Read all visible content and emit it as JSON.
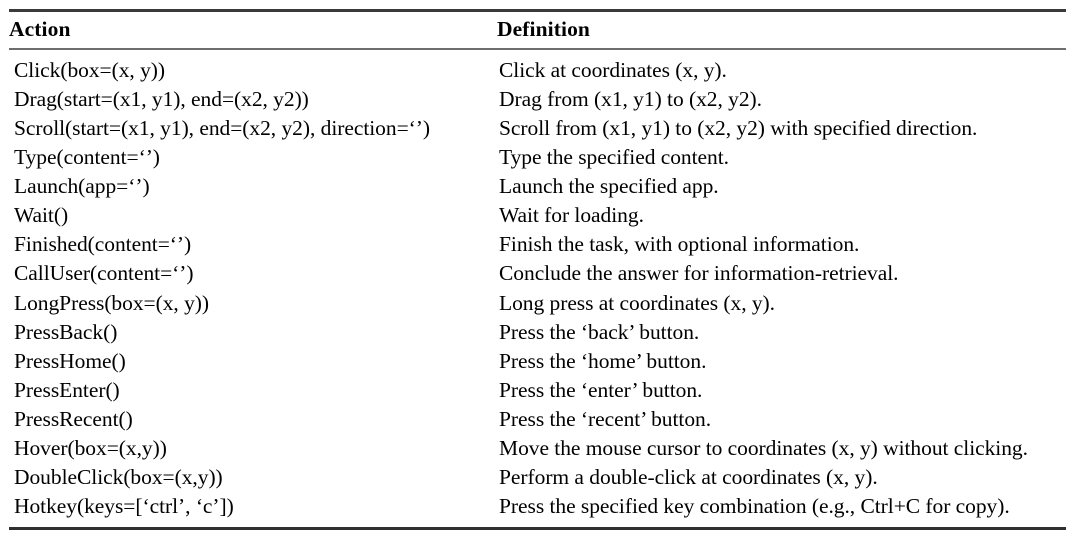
{
  "table": {
    "columns": [
      {
        "key": "action",
        "label": "Action"
      },
      {
        "key": "definition",
        "label": "Definition"
      }
    ],
    "rows": [
      {
        "action": "Click(box=(x, y))",
        "definition": "Click at coordinates (x, y)."
      },
      {
        "action": "Drag(start=(x1, y1), end=(x2, y2))",
        "definition": "Drag from (x1, y1) to (x2, y2)."
      },
      {
        "action": "Scroll(start=(x1, y1), end=(x2, y2), direction=‘’)",
        "definition": "Scroll from (x1, y1) to (x2, y2) with specified direction."
      },
      {
        "action": "Type(content=‘’)",
        "definition": "Type the specified content."
      },
      {
        "action": "Launch(app=‘’)",
        "definition": "Launch the specified app."
      },
      {
        "action": "Wait()",
        "definition": "Wait for loading."
      },
      {
        "action": "Finished(content=‘’)",
        "definition": "Finish the task, with optional information."
      },
      {
        "action": "CallUser(content=‘’)",
        "definition": "Conclude the answer for information-retrieval."
      },
      {
        "action": "LongPress(box=(x, y))",
        "definition": "Long press at coordinates (x, y)."
      },
      {
        "action": "PressBack()",
        "definition": "Press the ‘back’ button."
      },
      {
        "action": "PressHome()",
        "definition": "Press the ‘home’ button."
      },
      {
        "action": "PressEnter()",
        "definition": "Press the ‘enter’ button."
      },
      {
        "action": "PressRecent()",
        "definition": "Press the ‘recent’ button."
      },
      {
        "action": "Hover(box=(x,y))",
        "definition": "Move the mouse cursor to coordinates (x, y) without clicking."
      },
      {
        "action": "DoubleClick(box=(x,y))",
        "definition": "Perform a double-click at coordinates (x, y)."
      },
      {
        "action": "Hotkey(keys=[‘ctrl’, ‘c’])",
        "definition": "Press the specified key combination (e.g., Ctrl+C for copy)."
      }
    ]
  },
  "style": {
    "text_color": "#000000",
    "rule_color_top": "#3a3a3a",
    "rule_color_mid": "#6e6e6e",
    "rule_color_bottom": "#2f2f2f",
    "background": "#ffffff"
  }
}
